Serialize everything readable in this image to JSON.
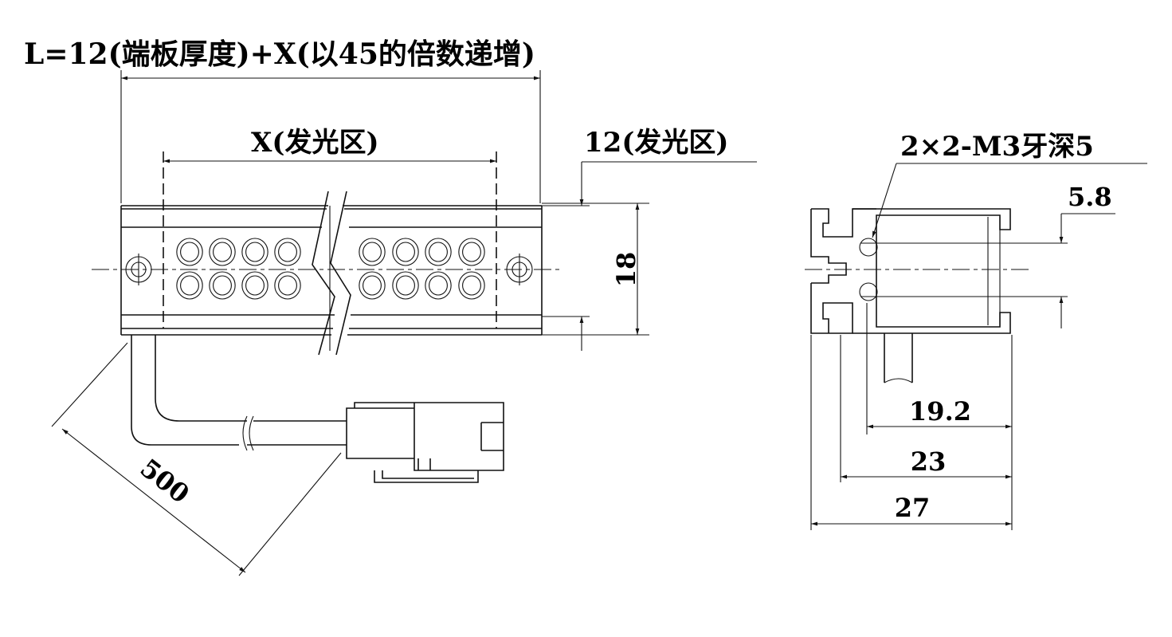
{
  "title": "L=12(端板厚度)+X(以45的倍数递增)",
  "dimensions": {
    "x_label": "X(发光区)",
    "end_label": "12(发光区)",
    "height": "18",
    "cable_length": "500",
    "thread_note": "2×2-M3牙深5",
    "slot_pitch": "5.8",
    "d1": "19.2",
    "d2": "23",
    "d3": "27"
  },
  "colors": {
    "line": "#111111",
    "background": "#ffffff"
  }
}
